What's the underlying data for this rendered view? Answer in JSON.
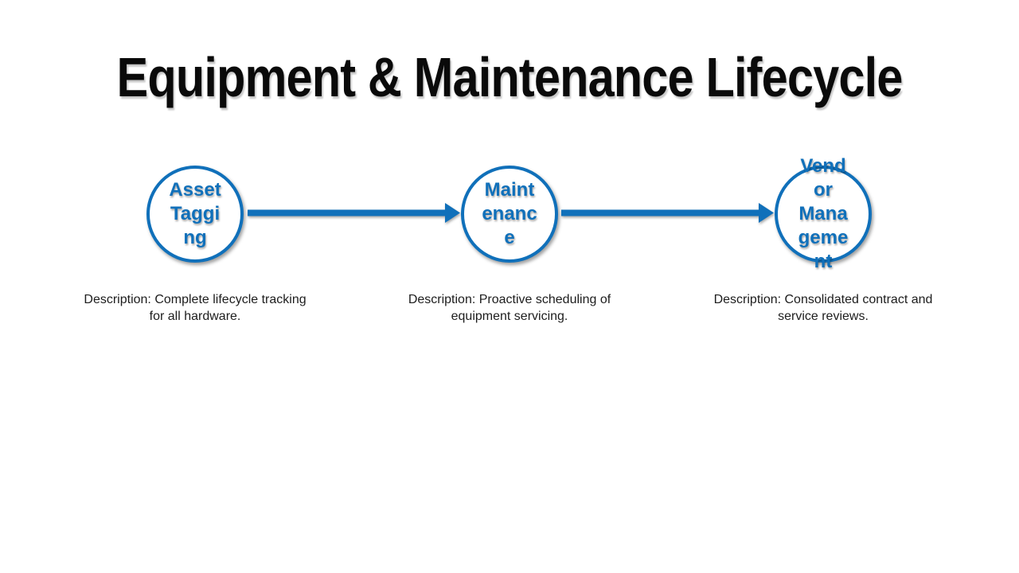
{
  "colors": {
    "accent": "#1070BA",
    "title": "#0A0A0A",
    "body_text": "#1D1D1D"
  },
  "slide": {
    "title": "Equipment & Maintenance Lifecycle",
    "steps": [
      {
        "name": "asset-tagging",
        "label": "Asset\nTaggi\nng",
        "description": "Description: Complete lifecycle tracking\nfor all hardware."
      },
      {
        "name": "maintenance",
        "label": "Maint\nenanc\ne",
        "description": "Description: Proactive scheduling of\nequipment servicing."
      },
      {
        "name": "vendor-management",
        "label": "Vend\nor\nMana\ngeme\nnt",
        "description": "Description: Consolidated contract and\nservice reviews."
      }
    ],
    "connectors": [
      {
        "from": "Asset Tagging",
        "to": "Maintenance"
      },
      {
        "from": "Maintenance",
        "to": "Vendor Management"
      }
    ]
  }
}
